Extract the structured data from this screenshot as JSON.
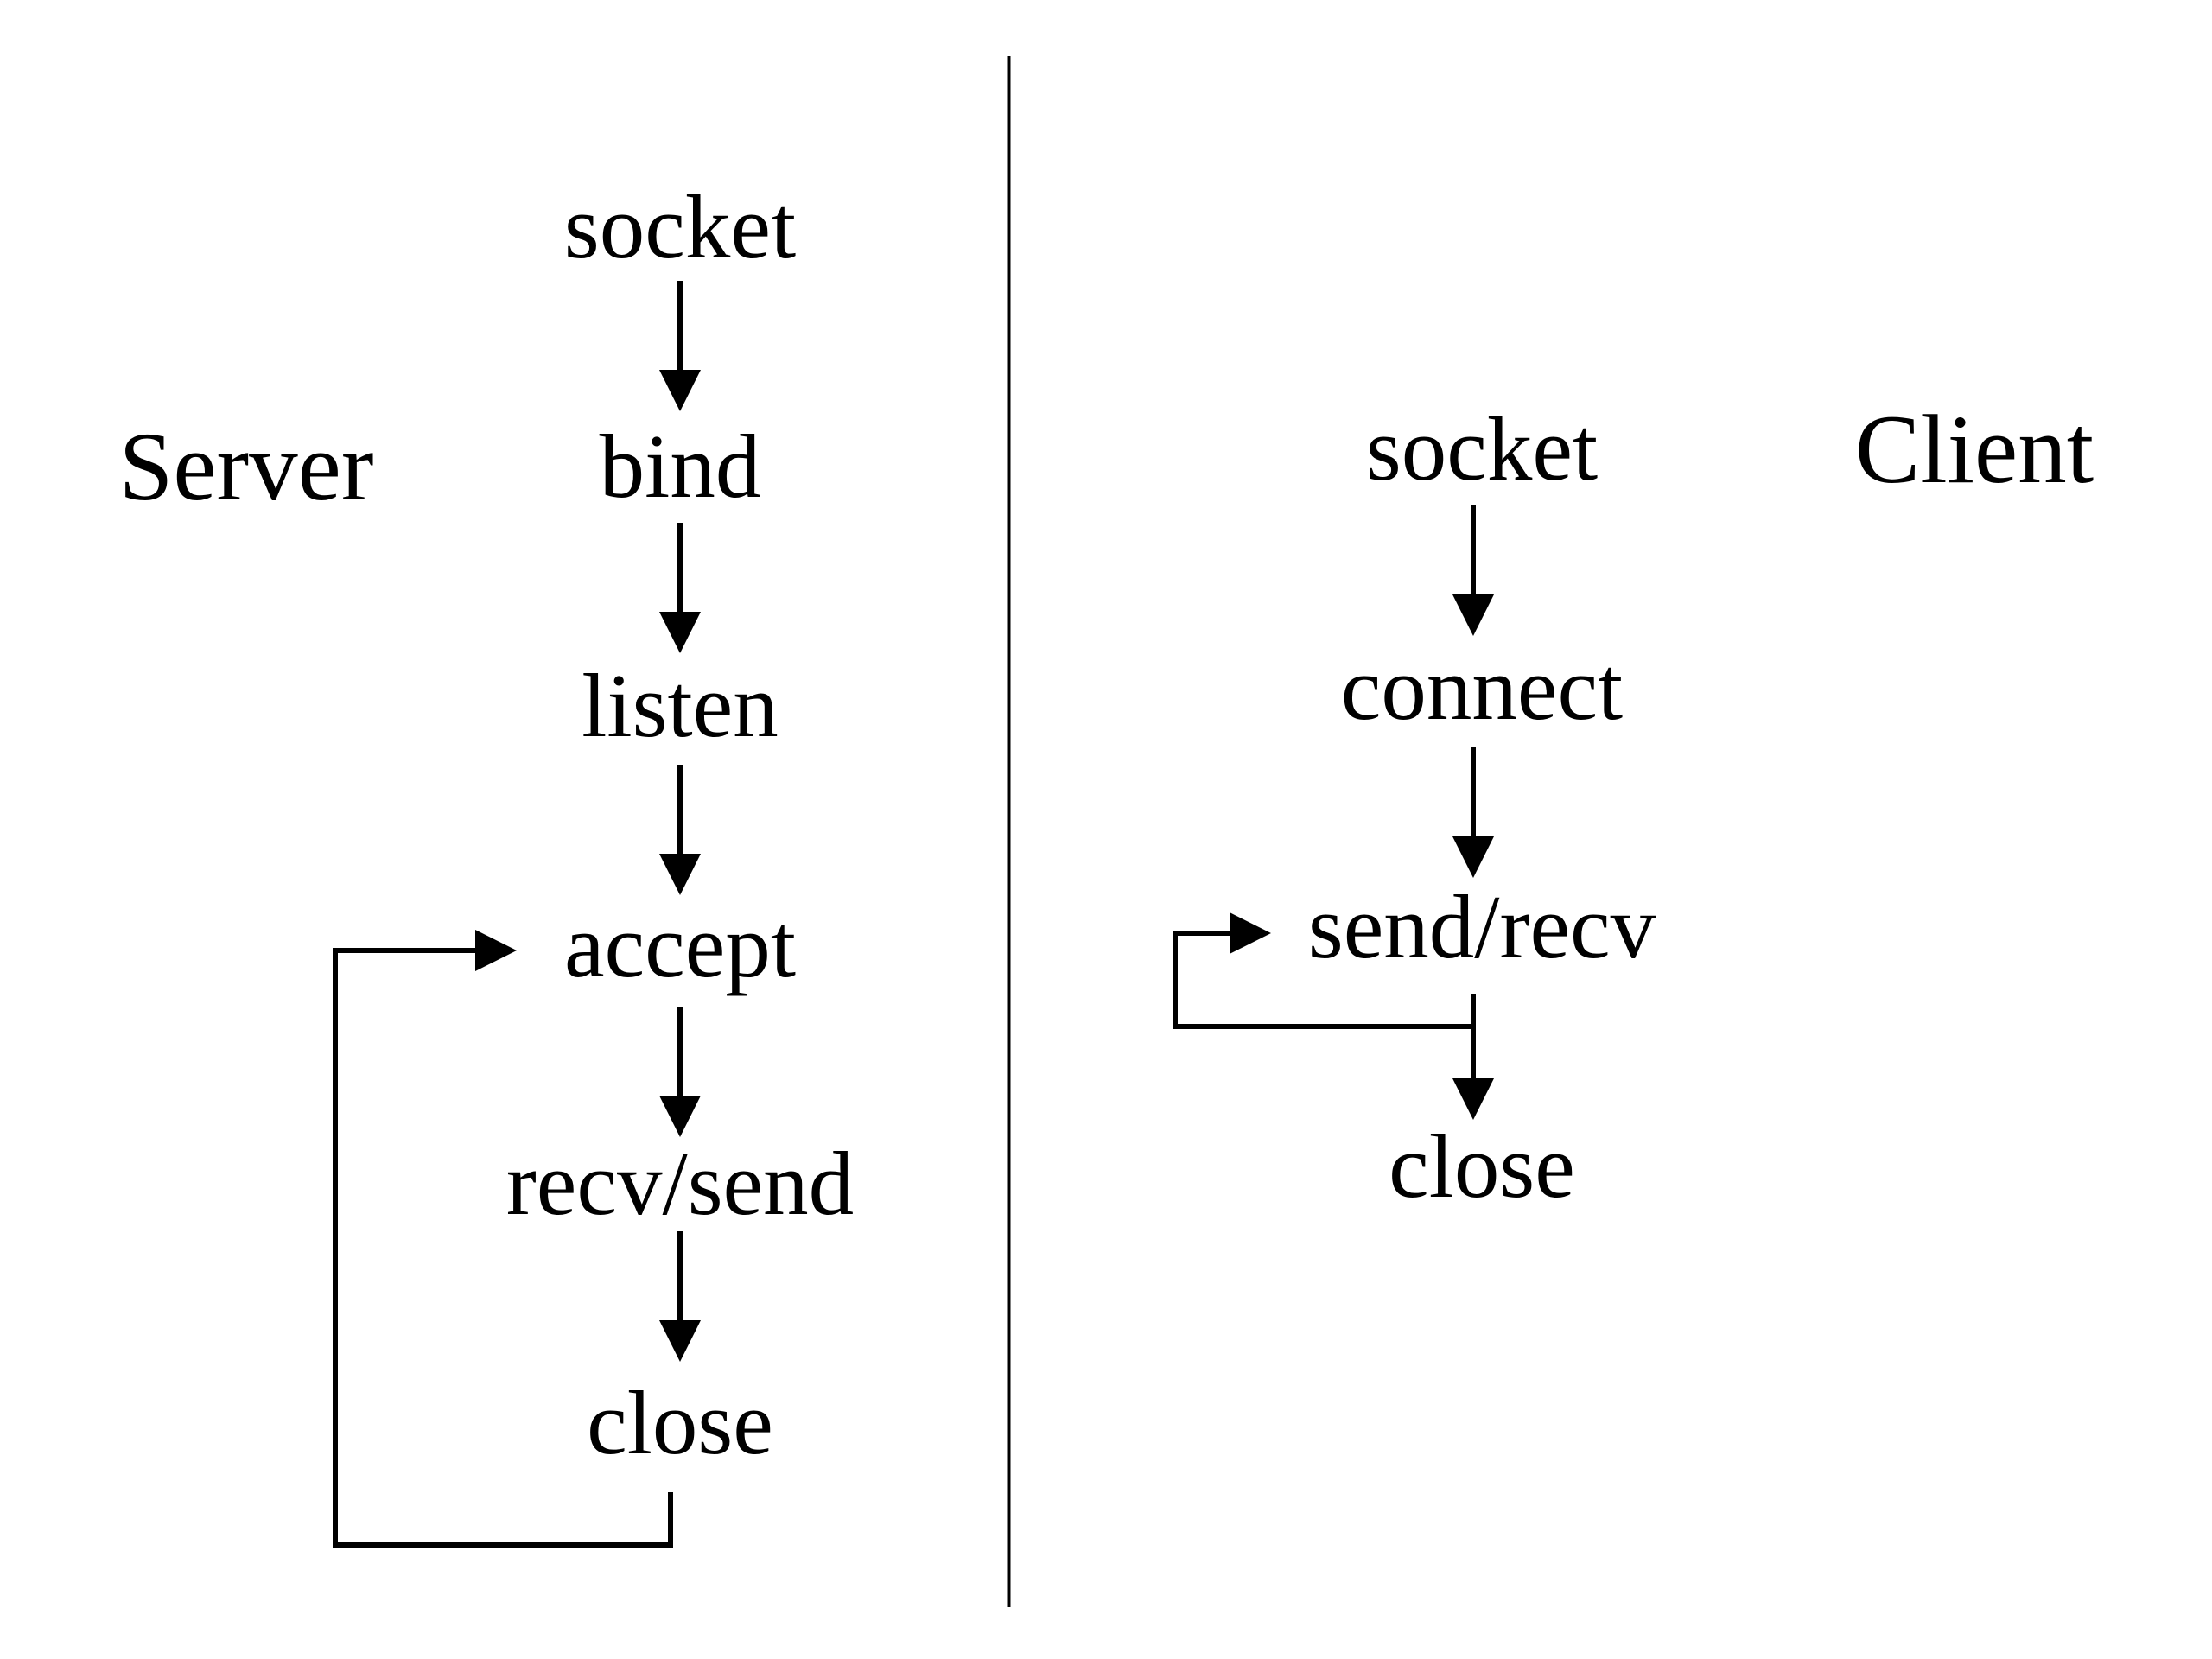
{
  "server": {
    "title": "Server",
    "steps": [
      "socket",
      "bind",
      "listen",
      "accept",
      "recv/send",
      "close"
    ]
  },
  "client": {
    "title": "Client",
    "steps": [
      "socket",
      "connect",
      "send/recv",
      "close"
    ]
  },
  "colors": {
    "background": "#ffffff",
    "ink": "#000000"
  }
}
